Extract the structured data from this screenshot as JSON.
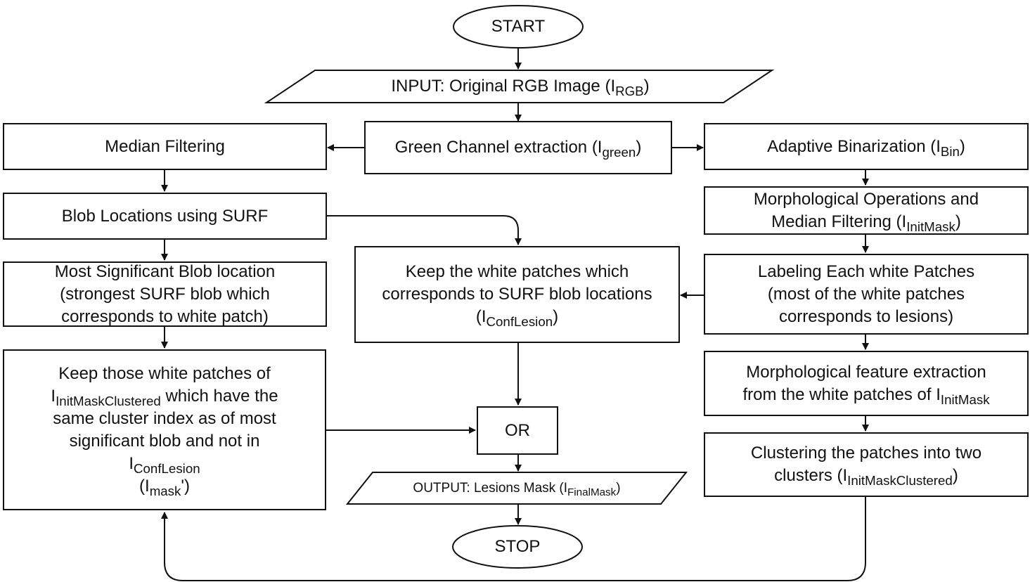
{
  "start": "START",
  "input": {
    "prefix": "INPUT: Original RGB Image (I",
    "sub": "RGB",
    "suffix": ")"
  },
  "green": {
    "prefix": "Green Channel extraction (I",
    "sub": "green",
    "suffix": ")"
  },
  "median": "Median Filtering",
  "binarization": {
    "prefix": "Adaptive Binarization (I",
    "sub": "Bin",
    "suffix": ")"
  },
  "morph_ops": {
    "line1": "Morphological Operations and",
    "prefix": "Median Filtering (I",
    "sub": "InitMask",
    "suffix": ")"
  },
  "blob_surf": "Blob Locations using SURF",
  "most_sig": {
    "line1": "Most Significant Blob location",
    "line2": "(strongest SURF blob which",
    "line3": "corresponds to white patch)"
  },
  "keep_white": {
    "line1": "Keep the white patches which",
    "line2": "corresponds to SURF blob locations",
    "prefix": "(I",
    "sub": "ConfLesion",
    "suffix": ")"
  },
  "labeling": {
    "line1": "Labeling Each white Patches",
    "line2": "(most of the white patches",
    "line3": "corresponds to lesions)"
  },
  "keep_those": {
    "line1": "Keep those white patches of",
    "l2_main": "I",
    "l2_sub": "InitMaskClustered",
    "l2_suffix": " which have the",
    "line3": "same cluster index as of most",
    "line4": "significant blob and not in",
    "l5_main": "I",
    "l5_sub": "ConfLesion",
    "l6_prefix": "(I",
    "l6_sub": "mask",
    "l6_suffix": "')"
  },
  "morph_feat": {
    "line1": "Morphological feature extraction",
    "prefix": "from the white patches of I",
    "sub": "InitMask"
  },
  "clustering": {
    "line1": "Clustering the patches into two",
    "prefix": "clusters (I",
    "sub": "InitMaskClustered",
    "suffix": ")"
  },
  "or": "OR",
  "output": {
    "prefix": "OUTPUT: Lesions Mask (I",
    "sub": "FinalMask",
    "suffix": ")"
  },
  "stop": "STOP"
}
